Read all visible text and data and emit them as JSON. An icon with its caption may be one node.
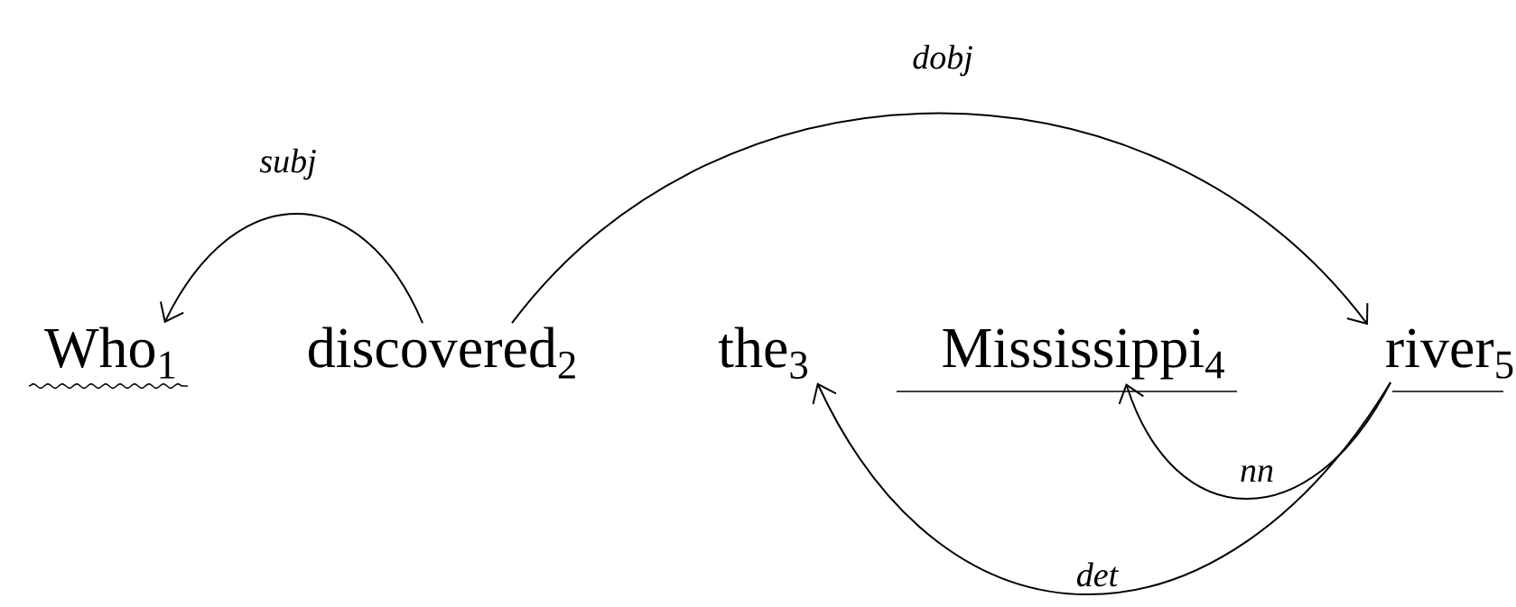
{
  "diagram": {
    "nodes": [
      {
        "text": [
          "Who$_{1}$"
        ]
      },
      {
        "text": [
          "discovered$_{2}$"
        ]
      },
      {
        "text": [
          "the$_{3}$"
        ]
      },
      {
        "text": [
          "Mississippi$_{4}$"
        ]
      },
      {
        "text": [
          "river$_{5}$"
        ]
      }
    ],
    "edges": [
      {
        "from": 1,
        "to": 0,
        "arrow": "to",
        "label": "subj"
      },
      {
        "from": 1,
        "to": 4,
        "arrow": "to",
        "label": "dobj"
      },
      {
        "from": 4,
        "to": 3,
        "arrow": "to",
        "label": "nn"
      },
      {
        "from": 4,
        "to": 2,
        "arrow": "to",
        "label": "det"
      }
    ]
  }
}
